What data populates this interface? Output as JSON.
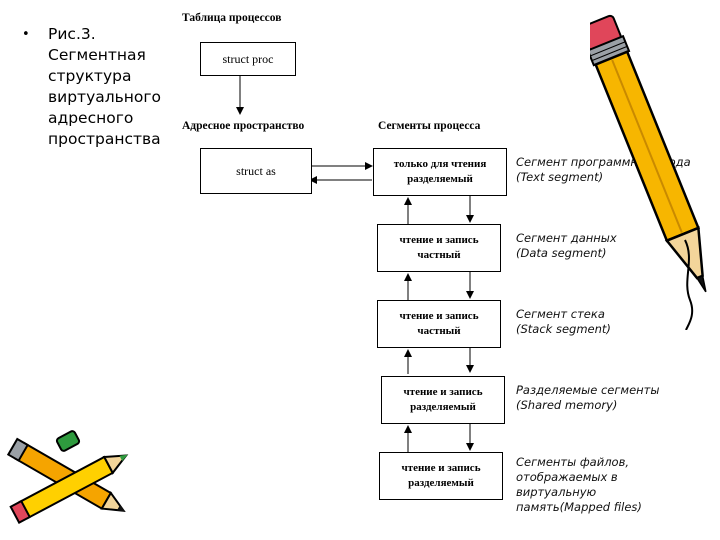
{
  "caption": {
    "bullet": "•",
    "lines": [
      "Рис.3.",
      "Сегментная",
      "структура",
      "виртуального",
      "адресного",
      "пространства"
    ]
  },
  "diagram": {
    "process_table_label": "Таблица процессов",
    "proc_box": "struct proc",
    "address_space_label": "Адресное пространство",
    "as_box": "struct as",
    "segments_label": "Сегменты процесса",
    "segments": [
      {
        "line1": "только для чтения",
        "line2": "разделяемый",
        "desc1": "Сегмент программного кода",
        "desc2": "(Text segment)",
        "desc3": ""
      },
      {
        "line1": "чтение и запись",
        "line2": "частный",
        "desc1": "Сегмент данных",
        "desc2": "(Data segment)",
        "desc3": ""
      },
      {
        "line1": "чтение и запись",
        "line2": "частный",
        "desc1": "Сегмент стека",
        "desc2": "(Stack segment)",
        "desc3": ""
      },
      {
        "line1": "чтение и запись",
        "line2": "разделяемый",
        "desc1": "Разделяемые сегменты",
        "desc2": "(Shared memory)",
        "desc3": ""
      },
      {
        "line1": "чтение и запись",
        "line2": "разделяемый",
        "desc1": "Сегменты файлов,",
        "desc2": "отображаемых в",
        "desc3": "виртуальную",
        "desc4": "память(Mapped files)"
      }
    ]
  },
  "decor": {
    "pencil_right_icon": "pencil-icon",
    "pencils_bottom_left_icon": "crossed-pencils-icon"
  }
}
